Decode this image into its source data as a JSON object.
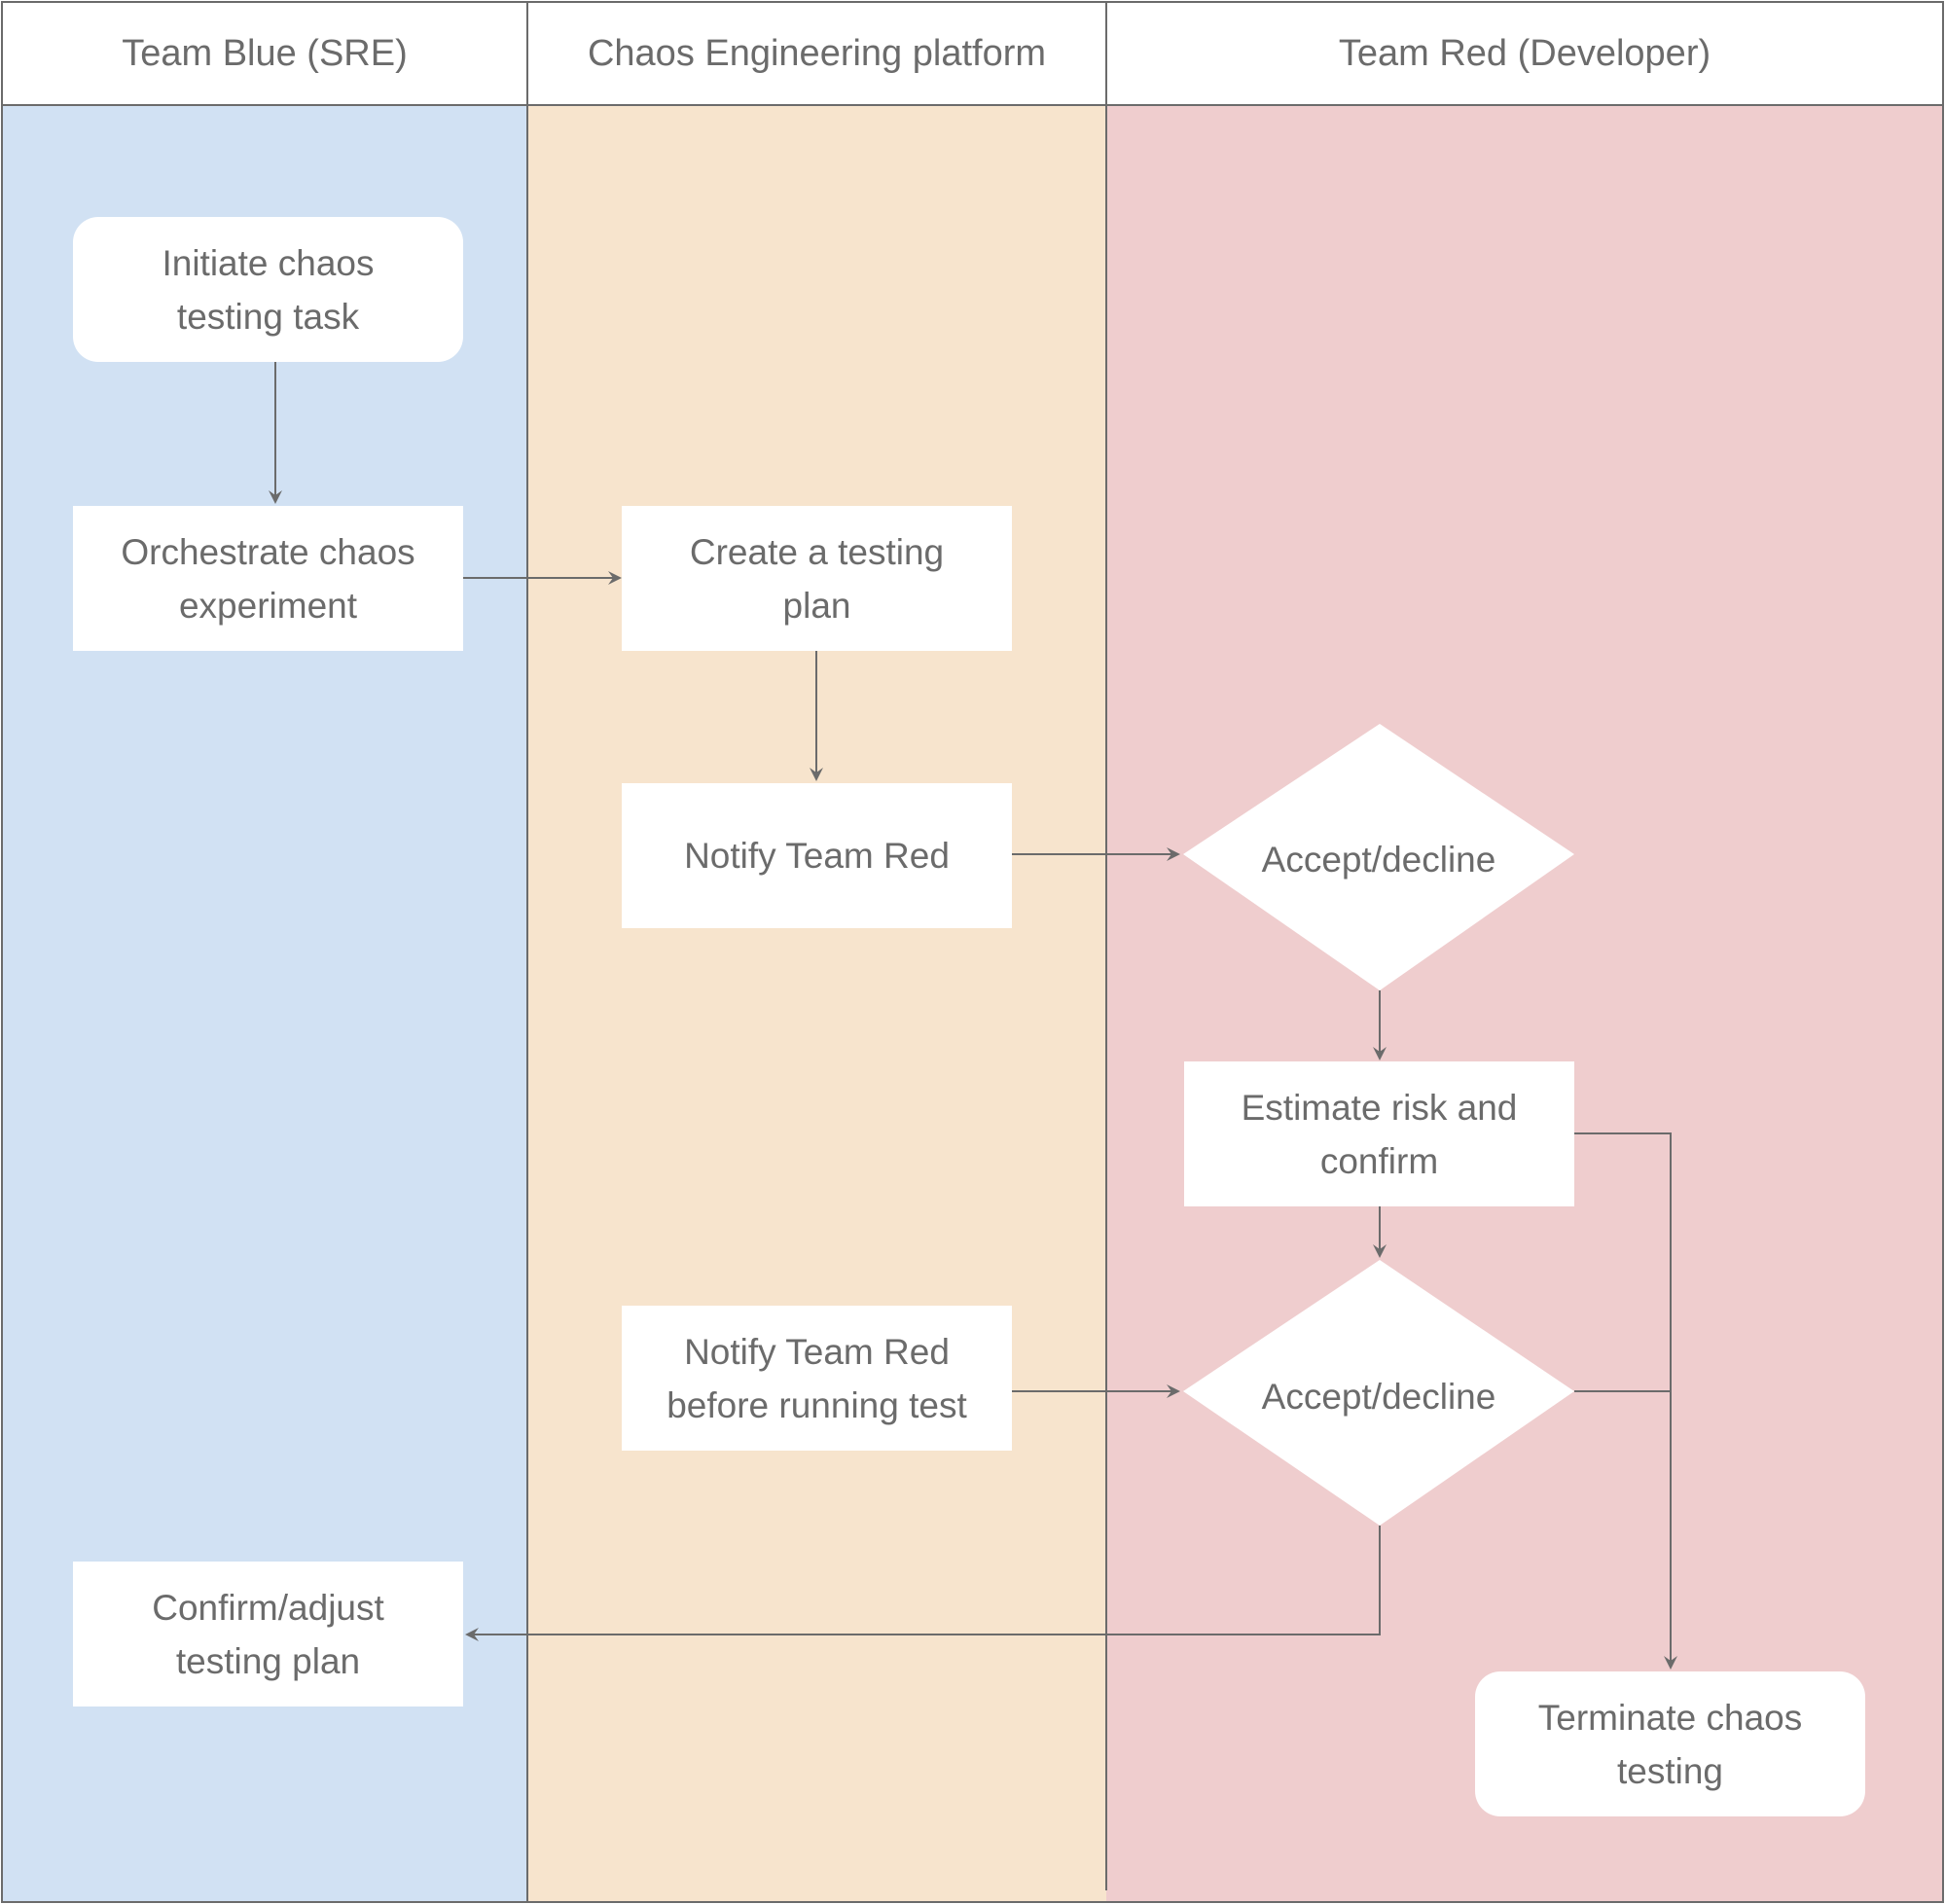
{
  "lanes": [
    {
      "title": "Team Blue (SRE)",
      "color": "#d1e1f3"
    },
    {
      "title": "Chaos Engineering platform",
      "color": "#f7e4cd"
    },
    {
      "title": "Team Red (Developer)",
      "color": "#efcdce"
    }
  ],
  "nodes": {
    "initiate": "Initiate chaos\ntesting task",
    "orchestrate": "Orchestrate chaos\nexperiment",
    "create_plan": "Create a testing\nplan",
    "notify_red": "Notify Team Red",
    "accept_decline_1": "Accept/decline",
    "estimate_risk": "Estimate risk and\nconfirm",
    "notify_before_test": "Notify Team Red\nbefore running test",
    "accept_decline_2": "Accept/decline",
    "confirm_adjust": "Confirm/adjust\ntesting plan",
    "terminate": "Terminate chaos\ntesting"
  },
  "colors": {
    "line": "#6b6b6b",
    "node_fill": "#ffffff",
    "text": "#6b6b6b"
  }
}
